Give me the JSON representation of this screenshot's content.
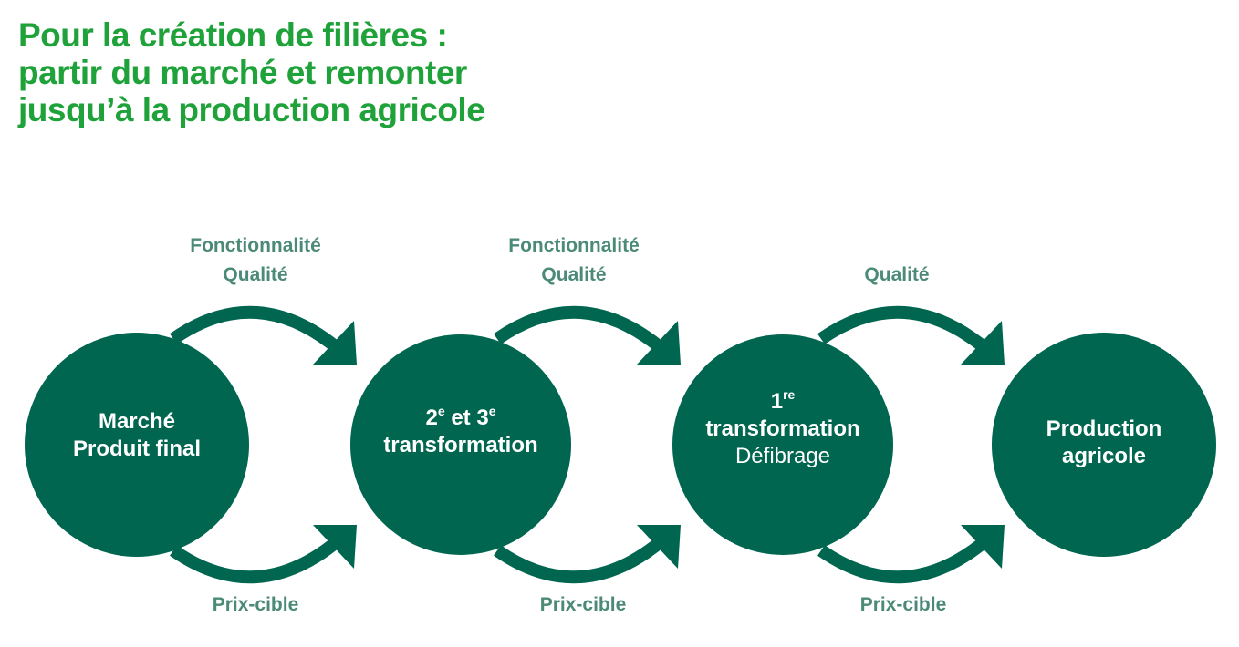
{
  "title": "Pour la création de filières : partir du marché et remonter jusqu’à la production agricole",
  "colors": {
    "title": "#1fa23a",
    "node": "#00664f",
    "label": "#4c8a78"
  },
  "nodes": [
    {
      "line1": "Marché",
      "line2": "Produit final"
    },
    {
      "pre": "2",
      "sup1": "e",
      "mid": " et 3",
      "sup2": "e",
      "line2": "transformation"
    },
    {
      "pre": "1",
      "sup1": "re",
      "line2": "transformation",
      "line3": "Défibrage"
    },
    {
      "line1": "Production",
      "line2": "agricole"
    }
  ],
  "top_labels": [
    {
      "line1": "Fonctionnalité",
      "line2": "Qualité"
    },
    {
      "line1": "Fonctionnalité",
      "line2": "Qualité"
    },
    {
      "line2": "Qualité"
    }
  ],
  "bottom_labels": [
    "Prix-cible",
    "Prix-cible",
    "Prix-cible"
  ]
}
